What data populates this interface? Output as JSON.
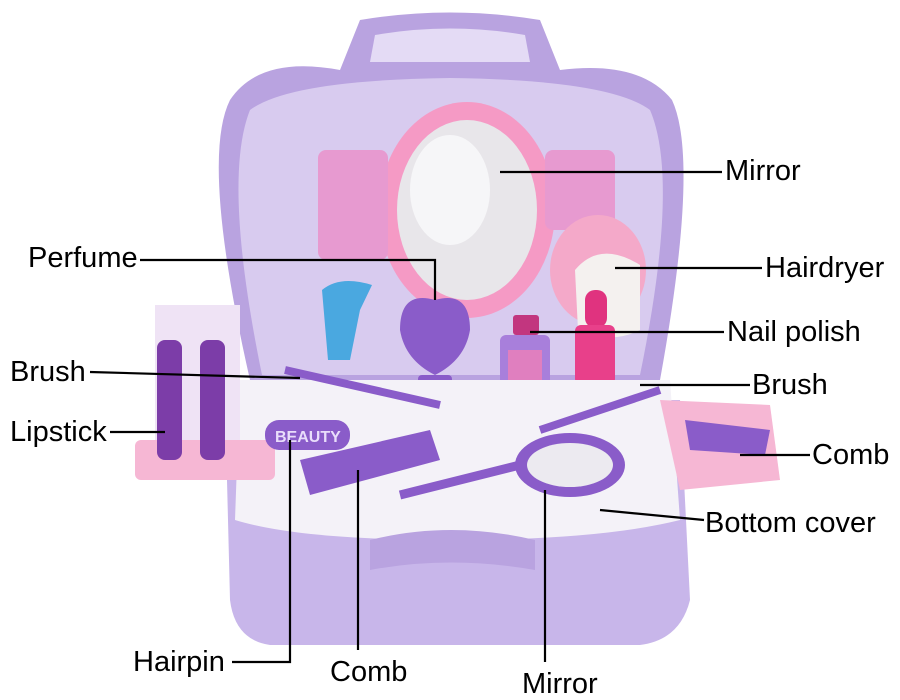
{
  "labels": {
    "mirror_top": "Mirror",
    "perfume": "Perfume",
    "hairdryer": "Hairdryer",
    "nail_polish": "Nail polish",
    "brush_left": "Brush",
    "brush_right": "Brush",
    "lipstick": "Lipstick",
    "comb_right": "Comb",
    "bottom_cover": "Bottom cover",
    "hairpin": "Hairpin",
    "comb_bottom": "Comb",
    "mirror_bottom": "Mirror"
  },
  "toy_text": {
    "hairpin_word": "BEAUTY"
  },
  "colors": {
    "case_purple": "#b9a3e0",
    "case_light": "#e4dbf5",
    "pink": "#f06aa8",
    "violet": "#8a5cc9",
    "white_tray": "#f4f2f8",
    "blue": "#4aa8e0"
  }
}
